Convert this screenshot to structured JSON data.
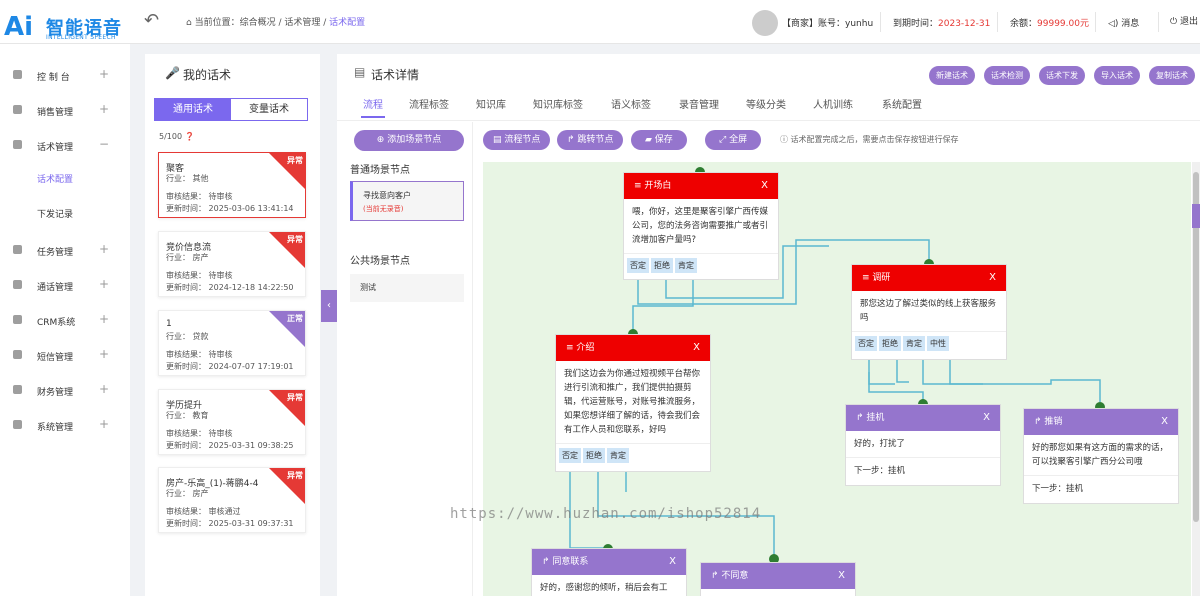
{
  "brand": {
    "logo": "Ai",
    "cn": "智能语音",
    "en": "INTELLIGENT SPEECH"
  },
  "breadcrumb": {
    "prefix": "当前位置：",
    "path": "综合概况 / 话术管理 / ",
    "current": "话术配置"
  },
  "account": {
    "label": "【商家】账号：yunhu",
    "expire_label": "到期时间：",
    "expire": "2023-12-31",
    "balance_label": "余额：",
    "balance": "99999.00元",
    "message": "消息",
    "logout": "退出"
  },
  "sidebar": {
    "items": [
      {
        "label": "控 制 台",
        "sym": "+"
      },
      {
        "label": "销售管理",
        "sym": "+"
      },
      {
        "label": "话术管理",
        "sym": "−"
      },
      {
        "label": "任务管理",
        "sym": "+"
      },
      {
        "label": "通话管理",
        "sym": "+"
      },
      {
        "label": "CRM系统",
        "sym": "+"
      },
      {
        "label": "短信管理",
        "sym": "+"
      },
      {
        "label": "财务管理",
        "sym": "+"
      },
      {
        "label": "系统管理",
        "sym": "+"
      }
    ],
    "subs": [
      "话术配置",
      "下发记录"
    ]
  },
  "scripts": {
    "title": "我的话术",
    "tab_common": "通用话术",
    "tab_var": "变量话术",
    "count": "5/100",
    "cards": [
      {
        "name": "聚客",
        "industry": "行业：  其他",
        "review": "审核结果：  待审核",
        "updated": "更新时间：  2025-03-06 13:41:14",
        "badge": "异常"
      },
      {
        "name": "竞价信息流",
        "industry": "行业：  房产",
        "review": "审核结果：  待审核",
        "updated": "更新时间：  2024-12-18 14:22:50",
        "badge": "异常"
      },
      {
        "name": "1",
        "industry": "行业：  贷款",
        "review": "审核结果：  待审核",
        "updated": "更新时间：  2024-07-07 17:19:01",
        "badge": "正常"
      },
      {
        "name": "学历提升",
        "industry": "行业：  教育",
        "review": "审核结果：  待审核",
        "updated": "更新时间：  2025-03-31 09:38:25",
        "badge": "异常"
      },
      {
        "name": "房产-乐高_(1)-蒋鹏4-4",
        "industry": "行业：  房产",
        "review": "审核结果：  审核通过",
        "updated": "更新时间：  2025-03-31 09:37:31",
        "badge": "异常"
      }
    ]
  },
  "detail": {
    "title": "话术详情",
    "top_buttons": [
      "新建话术",
      "话术检测",
      "话术下发",
      "导入话术",
      "复制话术"
    ],
    "tabs": [
      "流程",
      "流程标签",
      "知识库",
      "知识库标签",
      "语义标签",
      "录音管理",
      "等级分类",
      "人机训练",
      "系统配置"
    ],
    "add_scene": "⊕ 添加场景节点",
    "normal_title": "普通场景节点",
    "scene1": "寻找意向客户",
    "scene1_sub": "(当前无录音)",
    "public_title": "公共场景节点",
    "scene2": "测试",
    "actions": [
      "流程节点",
      "跳转节点",
      "保存",
      "全屏"
    ],
    "hint": "话术配置完成之后，需要点击保存按钮进行保存"
  },
  "nodes": {
    "open": {
      "title": "开场白",
      "text": "喂，你好，这里是聚客引擎广西传媒公司，您的法务咨询需要推广或者引流增加客户量吗?",
      "opts": [
        "否定",
        "拒绝",
        "肯定"
      ]
    },
    "survey": {
      "title": "调研",
      "text": "那您这边了解过类似的线上获客服务吗",
      "opts": [
        "否定",
        "拒绝",
        "肯定",
        "中性"
      ]
    },
    "intro": {
      "title": "介绍",
      "text": "我们这边会为你通过短视频平台帮你进行引流和推广，我们提供拍摄剪辑，代运营账号，对账号推流服务，如果您想详细了解的话，待会我们会有工作人员和您联系，好吗",
      "opts": [
        "否定",
        "拒绝",
        "肯定"
      ]
    },
    "hang": {
      "title": "挂机",
      "text": "好的，打扰了",
      "next": "下一步：挂机"
    },
    "sell": {
      "title": "推销",
      "text": "好的那您如果有这方面的需求的话，可以找聚客引擎广西分公司哦",
      "next": "下一步：挂机"
    },
    "agree": {
      "title": "同意联系",
      "text": "好的，感谢您的倾听，稍后会有工"
    },
    "disagree": {
      "title": "不同意"
    }
  },
  "close": "X",
  "watermark": "https://www.huzhan.com/ishop52814"
}
